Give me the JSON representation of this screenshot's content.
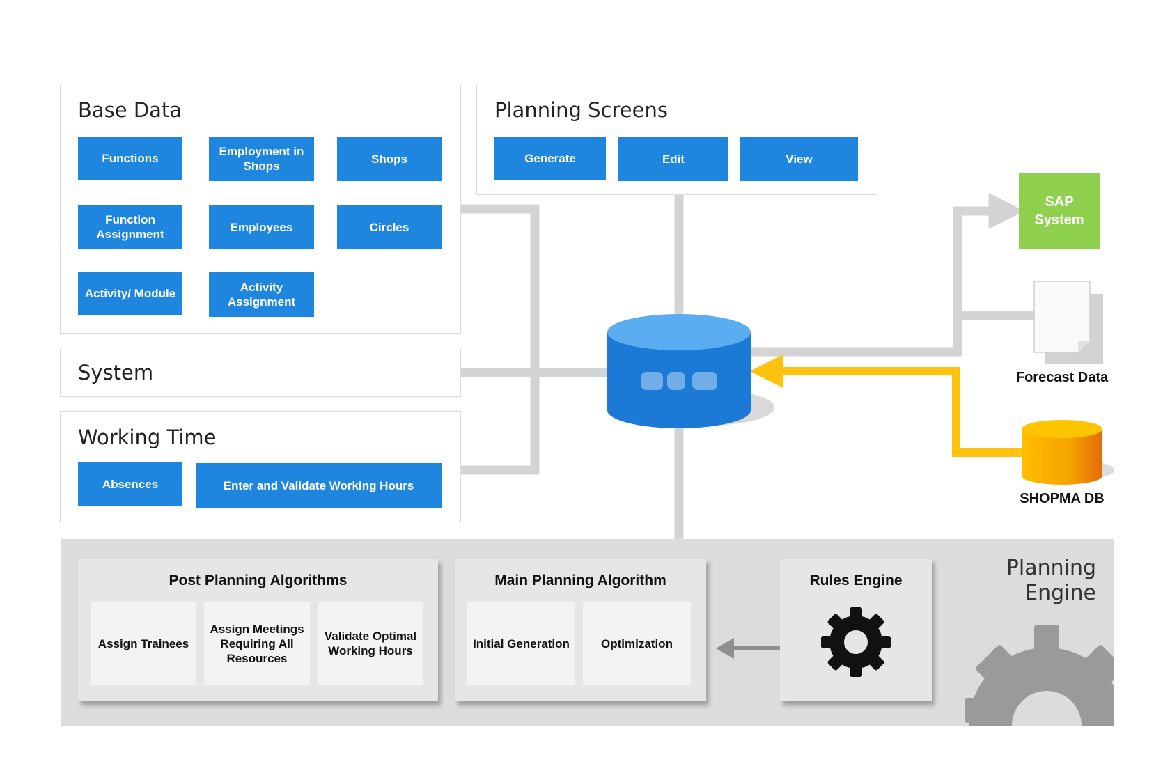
{
  "base_data": {
    "title": "Base Data",
    "functions": "Functions",
    "employment_in_shops": "Employment in Shops",
    "shops": "Shops",
    "function_assignment": "Function Assignment",
    "employees": "Employees",
    "circles": "Circles",
    "activity_module": "Activity/ Module",
    "activity_assignment": "Activity Assignment"
  },
  "planning_screens": {
    "title": "Planning Screens",
    "generate": "Generate",
    "edit": "Edit",
    "view": "View"
  },
  "system": {
    "title": "System"
  },
  "working_time": {
    "title": "Working Time",
    "absences": "Absences",
    "enter_validate": "Enter and Validate Working Hours"
  },
  "external": {
    "sap_system": "SAP System",
    "forecast_data": "Forecast Data",
    "shopma_db": "SHOPMA DB"
  },
  "planning_engine": {
    "title": "Planning Engine",
    "post_planning": {
      "title": "Post Planning Algorithms",
      "items": [
        "Assign Trainees",
        "Assign Meetings Requiring All Resources",
        "Validate Optimal Working Hours"
      ]
    },
    "main_planning": {
      "title": "Main Planning Algorithm",
      "items": [
        "Initial Generation",
        "Optimization"
      ]
    },
    "rules_engine": {
      "title": "Rules Engine"
    }
  },
  "colors": {
    "blue": "#1f86e0",
    "green": "#8fd14f",
    "yellow": "#ffc20e",
    "connector": "#d4d4d4"
  }
}
